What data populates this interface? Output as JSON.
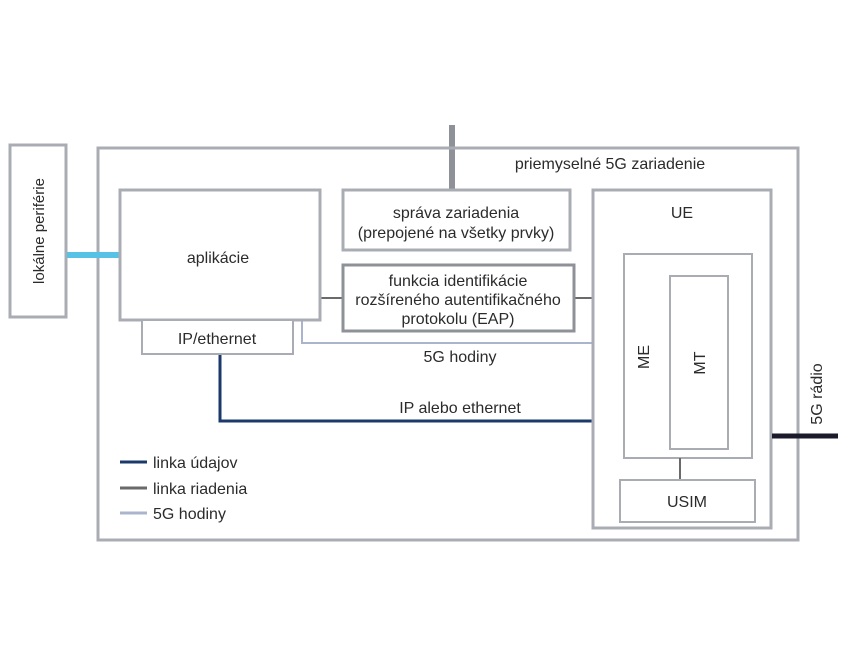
{
  "colors": {
    "box_border": "#a9adb3",
    "box_border_dark": "#8e9298",
    "data_link": "#1b3a6b",
    "control_link": "#6a6a6a",
    "clock_link": "#aab4cc",
    "peripheral_link": "#58c2e6",
    "radio_link": "#1a1a2a",
    "text": "#2b2b2b"
  },
  "labels": {
    "device_title": "priemyselné 5G zariadenie",
    "local_peripherals": "lokálne periférie",
    "applications": "aplikácie",
    "ip_ethernet": "IP/ethernet",
    "device_mgmt_line1": "správa zariadenia",
    "device_mgmt_line2": "(prepojené na všetky prvky)",
    "eap_line1": "funkcia identifikácie",
    "eap_line2": "rozšíreného autentifikačného",
    "eap_line3": "protokolu (EAP)",
    "ue": "UE",
    "me": "ME",
    "mt": "MT",
    "usim": "USIM",
    "clock_line_label": "5G hodiny",
    "data_line_label": "IP alebo ethernet",
    "radio": "5G rádio"
  },
  "legend": [
    {
      "label": "linka údajov",
      "color": "#1b3a6b"
    },
    {
      "label": "linka riadenia",
      "color": "#6a6a6a"
    },
    {
      "label": "5G hodiny",
      "color": "#aab4cc"
    }
  ]
}
